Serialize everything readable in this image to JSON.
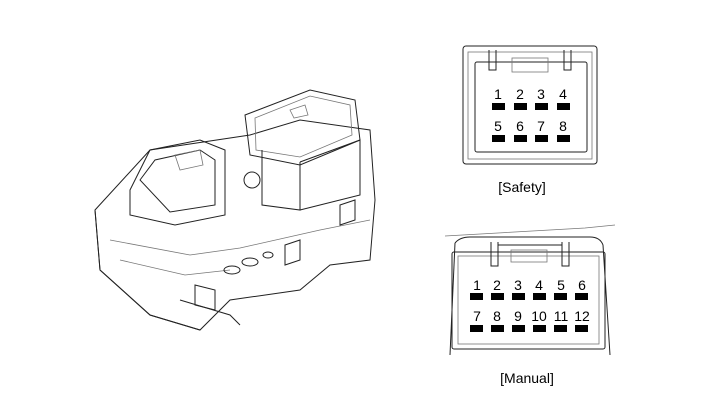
{
  "connectors": [
    {
      "label": "[Safety]",
      "pins": [
        "1",
        "2",
        "3",
        "4",
        "5",
        "6",
        "7",
        "8"
      ]
    },
    {
      "label": "[Manual]",
      "pins": [
        "1",
        "2",
        "3",
        "4",
        "5",
        "6",
        "7",
        "8",
        "9",
        "10",
        "11",
        "12"
      ]
    }
  ]
}
